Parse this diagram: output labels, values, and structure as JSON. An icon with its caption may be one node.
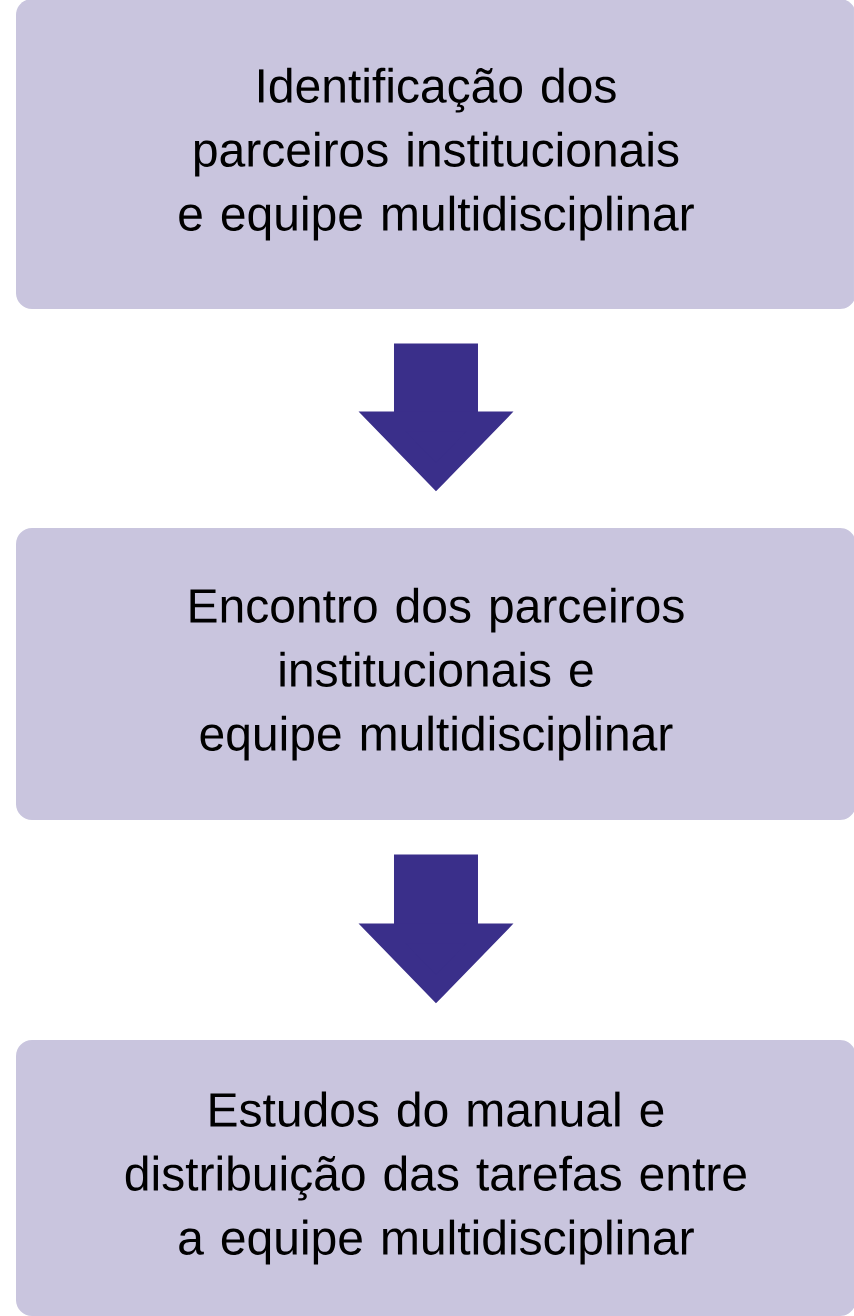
{
  "diagram": {
    "nodes": [
      {
        "text": [
          "Identificação dos parceiros institucionais e equipe multidisciplinar"
        ]
      },
      {
        "text": [
          "Encontro dos parceiros institucionais e equipe multidisciplinar"
        ]
      },
      {
        "text": [
          "Estudos do manual e distribuição das tarefas entre a equipe multidisciplinar"
        ]
      }
    ],
    "edges": [
      {
        "from": 0,
        "to": 1,
        "arrow": "to"
      },
      {
        "from": 1,
        "to": 2,
        "arrow": "to"
      }
    ]
  }
}
